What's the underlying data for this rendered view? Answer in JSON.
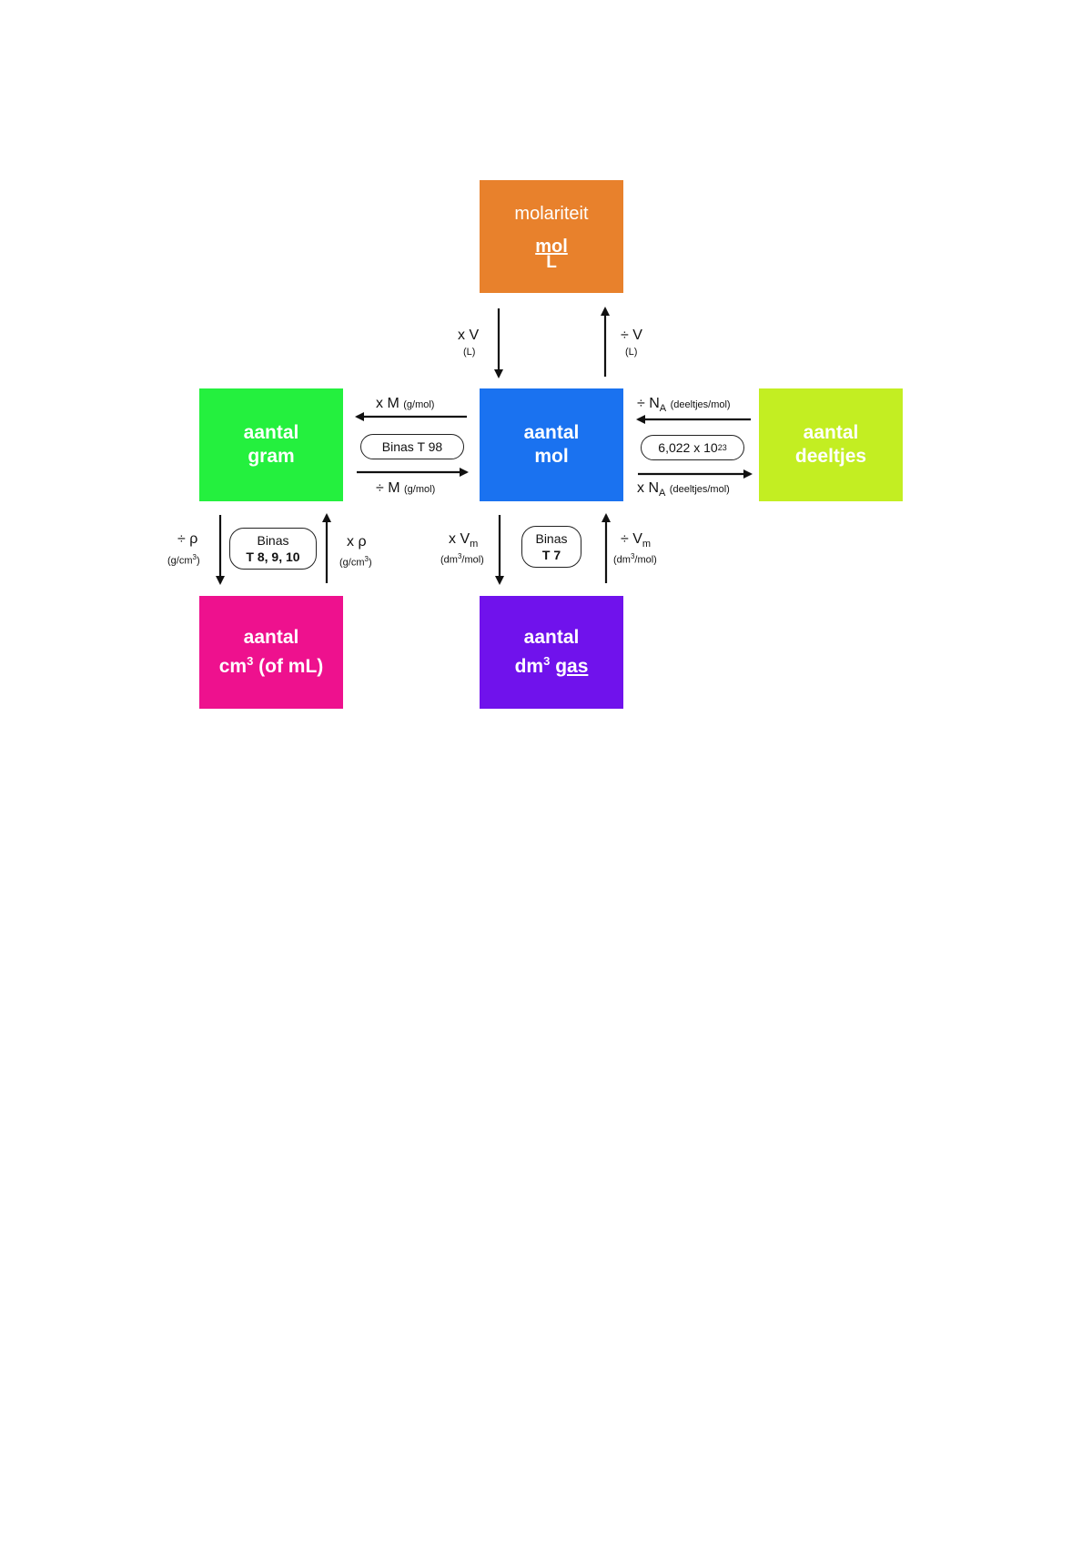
{
  "colors": {
    "molariteit": "#E8812C",
    "mol": "#1A72F0",
    "gram": "#24F03E",
    "deeltjes": "#C3EE22",
    "cm3": "#EE118E",
    "dm3": "#7012EC",
    "arrow": "#111111"
  },
  "boxes": {
    "molariteit": {
      "line1": "molariteit",
      "num": "mol",
      "den": "L"
    },
    "mol": {
      "line1": "aantal",
      "line2": "mol"
    },
    "gram": {
      "line1": "aantal",
      "line2": "gram"
    },
    "deeltjes": {
      "line1": "aantal",
      "line2": "deeltjes"
    },
    "cm3": {
      "line1": "aantal",
      "line2_a": "cm",
      "line2_sup": "3",
      "line2_b": "(of mL)"
    },
    "dm3": {
      "line1": "aantal",
      "line2_a": "dm",
      "line2_sup": "3",
      "line2_b": "gas"
    }
  },
  "labels": {
    "molarity_down": {
      "op": "x V",
      "unit": "(L)"
    },
    "molarity_up": {
      "op": "÷ V",
      "unit": "(L)"
    },
    "gram_left": {
      "op": "x M",
      "unit": "(g/mol)"
    },
    "gram_right": {
      "op": "÷ M",
      "unit": "(g/mol)"
    },
    "gram_ref": "Binas T 98",
    "deel_left": {
      "op_a": "÷ N",
      "op_sub": "A",
      "unit": "(deeltjes/mol)"
    },
    "deel_right": {
      "op_a": "x N",
      "op_sub": "A",
      "unit": "(deeltjes/mol)"
    },
    "avogadro": {
      "base": "6,022 x 10",
      "exp": "23"
    },
    "rho_down": {
      "op": "÷ ρ",
      "unit_a": "(g/cm",
      "unit_sup": "3",
      "unit_b": ")"
    },
    "rho_up": {
      "op": "x ρ",
      "unit_a": "(g/cm",
      "unit_sup": "3",
      "unit_b": ")"
    },
    "rho_ref": {
      "line1": "Binas",
      "line2": "T 8, 9, 10"
    },
    "vm_down": {
      "op_a": "x V",
      "op_sub": "m",
      "unit_a": "(dm",
      "unit_sup": "3",
      "unit_b": "/mol)"
    },
    "vm_up": {
      "op_a": "÷ V",
      "op_sub": "m",
      "unit_a": "(dm",
      "unit_sup": "3",
      "unit_b": "/mol)"
    },
    "vm_ref": {
      "line1": "Binas",
      "line2": "T 7"
    }
  }
}
